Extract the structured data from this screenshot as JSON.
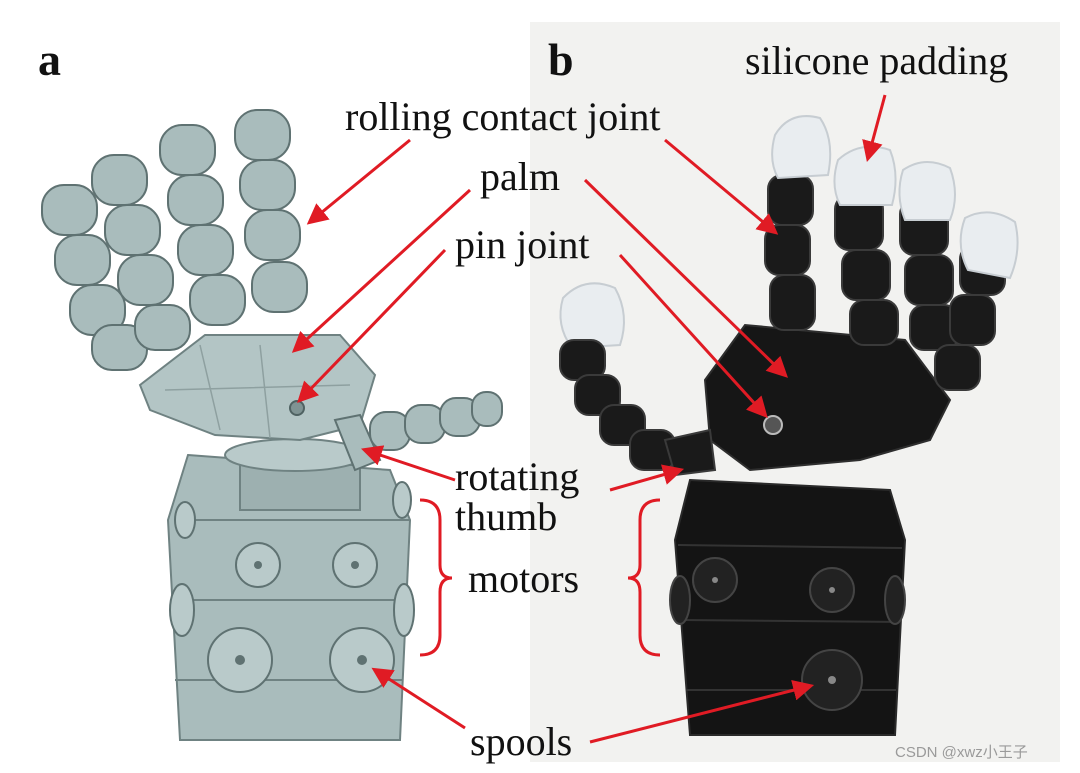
{
  "panels": {
    "a": "a",
    "b": "b"
  },
  "labels": {
    "silicone_padding": "silicone padding",
    "rolling_contact_joint": "rolling contact joint",
    "palm": "palm",
    "pin_joint": "pin joint",
    "rotating": "rotating",
    "thumb": "thumb",
    "motors": "motors",
    "spools": "spools"
  },
  "watermark": "CSDN @xwz小王子",
  "colors": {
    "arrow": "#e01b24",
    "cad_model": "#a9bcbc",
    "cad_dark": "#7f9393",
    "prototype": "#111111",
    "silicone": "#e9edf0",
    "photo_background": "#f2f2f0"
  }
}
